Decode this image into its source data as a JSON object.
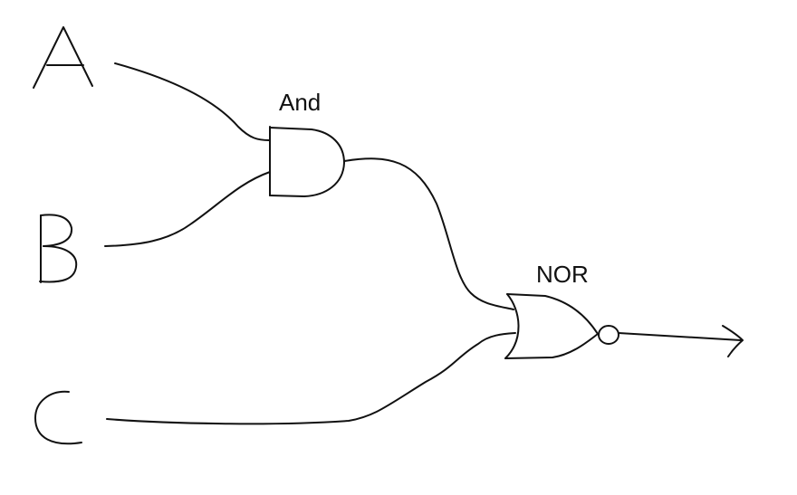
{
  "inputs": [
    {
      "id": "A"
    },
    {
      "id": "B"
    },
    {
      "id": "C"
    }
  ],
  "gates": {
    "and_label": "And",
    "nor_label": "NOR"
  },
  "colors": {
    "ink": "#111111",
    "background": "#ffffff"
  }
}
